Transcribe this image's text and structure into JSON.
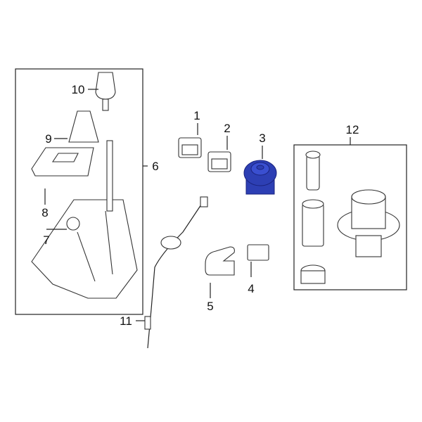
{
  "diagram": {
    "highlight_color": "#2d3fb4",
    "highlighted_callout": "3",
    "callouts": [
      {
        "id": "1",
        "text": "1"
      },
      {
        "id": "2",
        "text": "2"
      },
      {
        "id": "3",
        "text": "3"
      },
      {
        "id": "4",
        "text": "4"
      },
      {
        "id": "5",
        "text": "5"
      },
      {
        "id": "6",
        "text": "6"
      },
      {
        "id": "7",
        "text": "7"
      },
      {
        "id": "8",
        "text": "8"
      },
      {
        "id": "9",
        "text": "9"
      },
      {
        "id": "10",
        "text": "10"
      },
      {
        "id": "11",
        "text": "11"
      },
      {
        "id": "12",
        "text": "12"
      }
    ]
  }
}
